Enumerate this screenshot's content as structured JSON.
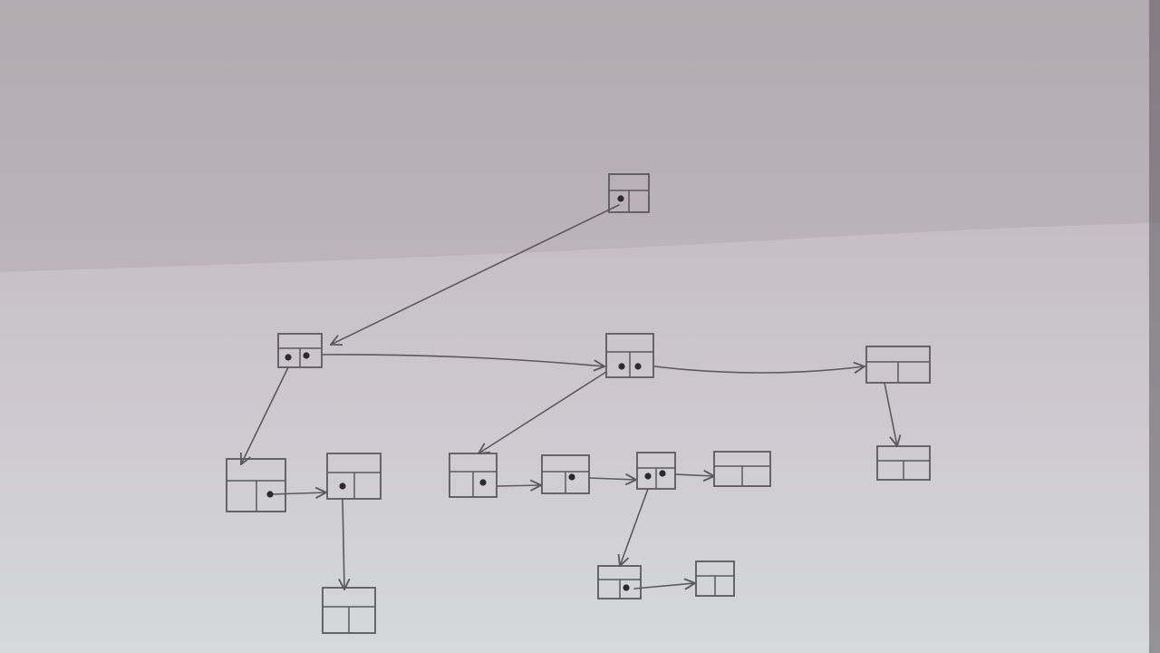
{
  "colors": {
    "paper_top": "#b9b1b5",
    "paper_mid": "#c6c0c4",
    "paper_bottom": "#d6d8dc",
    "ink": "#5a5a5e",
    "dot": "#2b2b2e"
  },
  "diagram": {
    "kind": "hand-drawn linked structure of boxes",
    "nodes": [
      {
        "id": "n01",
        "label": ""
      },
      {
        "id": "n02",
        "label": ""
      },
      {
        "id": "n03",
        "label": ""
      },
      {
        "id": "n04",
        "label": ""
      },
      {
        "id": "n05",
        "label": ""
      },
      {
        "id": "n06",
        "label": ""
      },
      {
        "id": "n07",
        "label": ""
      },
      {
        "id": "n08",
        "label": ""
      },
      {
        "id": "n09",
        "label": ""
      },
      {
        "id": "n10",
        "label": ""
      },
      {
        "id": "n11",
        "label": ""
      },
      {
        "id": "n12",
        "label": ""
      },
      {
        "id": "n13",
        "label": ""
      },
      {
        "id": "n14",
        "label": ""
      },
      {
        "id": "n15",
        "label": ""
      },
      {
        "id": "n16",
        "label": ""
      }
    ],
    "edges": [
      {
        "from": "n01",
        "to": "n02"
      },
      {
        "from": "n02",
        "to": "n03"
      },
      {
        "from": "n03",
        "to": "n04"
      },
      {
        "from": "n02",
        "to": "n05"
      },
      {
        "from": "n05",
        "to": "n06"
      },
      {
        "from": "n06",
        "to": "n07"
      },
      {
        "from": "n03",
        "to": "n08"
      },
      {
        "from": "n08",
        "to": "n09"
      },
      {
        "from": "n09",
        "to": "n10"
      },
      {
        "from": "n10",
        "to": "n11"
      },
      {
        "from": "n11",
        "to": "n12"
      },
      {
        "from": "n10",
        "to": "n13"
      },
      {
        "from": "n13",
        "to": "n14"
      },
      {
        "from": "n04",
        "to": "n15"
      },
      {
        "from": "n15",
        "to": "n16"
      }
    ]
  }
}
